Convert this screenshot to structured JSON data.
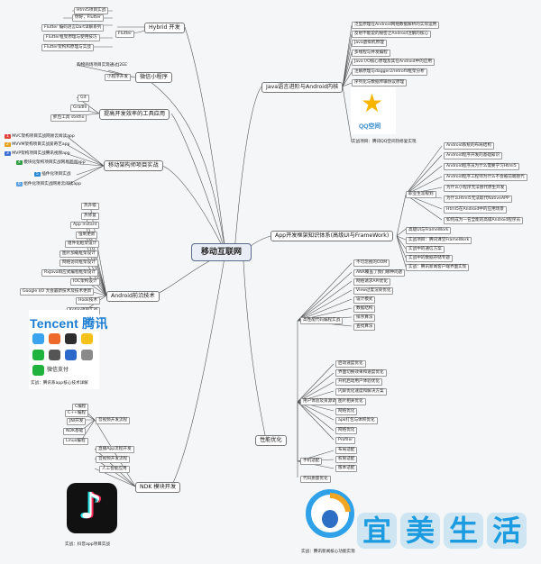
{
  "center": "移动互联网",
  "branches": {
    "hybrid": {
      "title": "Hybrid 开发",
      "sub_flutter": "Flutter",
      "items": [
        "Html5项目实战",
        "你好，Flutter",
        "Flutter 编码语言Dart详解系列",
        "Flutter框架原理与使用技巧",
        "Flutter架构和原理与实战"
      ]
    },
    "mini": {
      "title": "微信小程序",
      "items": [
        "小程序开发"
      ],
      "sub": "购物商场项目实现通过J2EE"
    },
    "tools": {
      "title": "提高开发效率的工具应用",
      "items": [
        "Git",
        "Gradle",
        "抓包工具 stetho"
      ]
    },
    "arch": {
      "title": "移动架构师项目实战",
      "items": [
        "MVC架构项目实战网易云阅读app",
        "MVVM架构项目实战爱奇艺app",
        "MVP架构项目实战腾讯视频app",
        "模块化架构项目实战网易新闻app",
        "插件化项目实战",
        "组件化项目实战网易云阅读app"
      ],
      "tags": [
        "1",
        "2",
        "3",
        "4",
        "5",
        "6"
      ]
    },
    "frontier": {
      "title": "Android前沿技术",
      "items": [
        "热升级",
        "热修复",
        "App Instant",
        "强制更新",
        "组件化框架设计",
        "图片加载框架设计",
        "网络访问框架设计",
        "RxJava响应式编程框架设计",
        "IOC架构设计",
        "Google I/O 大会最新技术及技术更新",
        "Hook技术",
        "Kotlin项目实战"
      ],
      "caption": "实战：腾讯系app核心技术详解",
      "tencent_logo": "Tencent 腾讯",
      "wechat_pay": "微信支付"
    },
    "ndk": {
      "title": "NDK 模块开发",
      "sub": "音视频开发流程",
      "items": [
        "C编程",
        "C++编程",
        "JNI开发",
        "NDK基础",
        "Linux编程",
        "直播App流程开发",
        "音视频开发流程",
        "人工智能应用"
      ],
      "caption": "实战：抖音app项目实战"
    },
    "java": {
      "title": "Java语言进阶与Android内核",
      "items": [
        "泛型原理在Android网络数据解析的实际运用",
        "反射不能说的秘密之Android注解的核心",
        "Java虚拟机原理",
        "多线程与并发编程",
        "Java I/O核心原理及其在Android中的应用",
        "注解原理与dagger2/retrofit框架分析",
        "序列化与数据传输协议原理"
      ],
      "qq_caption": "QQ空间",
      "caption": "实战项目：腾讯QQ空间热修复实现"
    },
    "fw": {
      "title": "App开发框架知识体系(高级UI与FrameWork)",
      "sub_fw": "职业生涯规划",
      "items": [
        "Android系统的布局结构",
        "Android程序开发的基础知识",
        "Android程序员为什么需要学习Html5",
        "Android程序工程师为什么不会被前端替代",
        "为什么小程序无法替代原生开发",
        "为什么Html5无法取代NativeAPP",
        "Html5在Android中的应用场景",
        "如何成为一名全能的高级Android程序员",
        "高级UI与FrameWork",
        "实战项目：腾讯课堂FrameWork",
        "实战中的通信方案",
        "实战中的数据存储专题",
        "实战：腾讯新闻客户端界面实现"
      ]
    },
    "perf": {
      "title": "性能优化",
      "sub1": "高性能代码编程实战",
      "sub2": "用户体验及资源调优实战",
      "sub3": "手机适配",
      "sub4": "代码质量优化",
      "items1": [
        "不可忽视的OOM",
        "ANR覆盖了我们哪种问题",
        "网络请求API优化",
        "View过度渲染优化",
        "设计模式",
        "数据结构",
        "排序算法",
        "查找算法"
      ],
      "items2": [
        "启动速度优化",
        "界面切换效果和速度优化",
        "开机启动用户体验优化",
        "闪屏优化速度和解决方案",
        "图片相关优化",
        "网络优化",
        "apk打包与体积优化",
        "网络优化",
        "Profiler"
      ],
      "items3": [
        "布局适配",
        "权限适配",
        "版本适配"
      ],
      "caption": "实战：腾讯新闻核心功能实现"
    }
  },
  "watermark": [
    "宜",
    "美",
    "生",
    "活"
  ],
  "colors": {
    "line": "#555555",
    "tag1": "#e0433b",
    "tag2": "#e7a21b",
    "tag3": "#3e6fd6",
    "tag4": "#2f9e44",
    "tag5": "#2b8ad8",
    "tag6": "#5aa0e0"
  }
}
